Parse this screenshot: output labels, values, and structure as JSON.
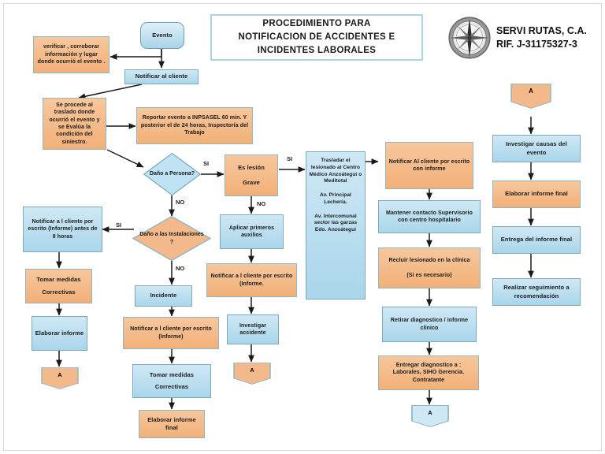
{
  "header": {
    "title_lines": [
      "PROCEDIMIENTO PARA",
      "NOTIFICACION DE ACCIDENTES E",
      "INCIDENTES LABORALES"
    ],
    "company_name": "SERVI RUTAS, C.A.",
    "company_rif": "RIF. J-31175327-3",
    "logo_icon": "compass-rose-icon"
  },
  "colors": {
    "orange_fill": "#f2b078",
    "blue_fill": "#a9d6ea",
    "orange_border": "#8fb7bf",
    "blue_border": "#7fa9ba",
    "title_border": "#a8d4e4",
    "edge": "#1a1a1a",
    "page_border": "#d9d9d9"
  },
  "nodes": {
    "evento": "Evento",
    "verificar": "verificar , corroborar información y  lugar donde ocurrió  el evento .",
    "notificar_cliente": "Notificar al cliente",
    "se_procede": "Se procede al traslado donde ocurrió el evento y se Evalúa la condición del siniestro.",
    "reportar_inpsasel": "Reportar evento a INPSASEL 60 min. Y posterior el de 24 horas, Inspectoría del Trabajo",
    "dano_persona": "Daño a Persona?",
    "dano_instalaciones": "Daño a las Instalaciones ?",
    "es_lesion_grave_l1": "Es lesión",
    "es_lesion_grave_l2": "Grave",
    "aplicar_primeros": "Aplicar primeros auxilios",
    "notificar_escrito_informe": "Notificar a l cliente por escrito (Informe.",
    "investigar_accidente": "Investigar accidente",
    "trasladar_l1": "Trasladar el lesionado al Centro Médico Anzoátegui o Meditotal",
    "trasladar_l2": "Av. Principal Lechería.",
    "trasladar_l3": "Av. Intercomunal sector las garzas  Edo. Anzoátegui",
    "notificar_cliente_informe": "Notificar  Al cliente por escrito  con informe",
    "mantener_contacto": "Mantener contacto Supervisorio  con centro hospitalario",
    "recluir_l1": "Recluir lesionado en la clínica",
    "recluir_l2": "(Si es necesario)",
    "retirar_diagnostico": "Retirar diagnostico / informe clínico",
    "entregar_diagnostico": "Entregar diagnostico a : Laborales, SIHO Gerencia. Contratante",
    "notificar_8_horas": "Notificar a l cliente por escrito (Informe) antes de 8 horas",
    "tomar_medidas_l1": "Tomar medidas",
    "tomar_medidas_l2": "Correctivas",
    "elaborar_informe": "Elaborar informe",
    "incidente": "Incidente",
    "notificar_cliente_escrito2": "Notificar a l cliente por escrito (Informe)",
    "tomar_medidas2_l1": "Tomar medidas",
    "tomar_medidas2_l2": "Correctivas",
    "elaborar_informe_final2": "Elaborar informe final",
    "investigar_causas": "Investigar causas del evento",
    "elaborar_informe_final": "Elaborar informe final",
    "entrega_informe_final": "Entrega del  informe final",
    "realizar_seguimiento": "Realizar seguimiento a recomendación",
    "connector_a": "A"
  },
  "edge_labels": {
    "si_persona": "SI",
    "no_persona": "NO",
    "si_lesion": "SI",
    "no_lesion": "NO",
    "si_instalaciones": "SI",
    "no_instalaciones": "NO"
  }
}
